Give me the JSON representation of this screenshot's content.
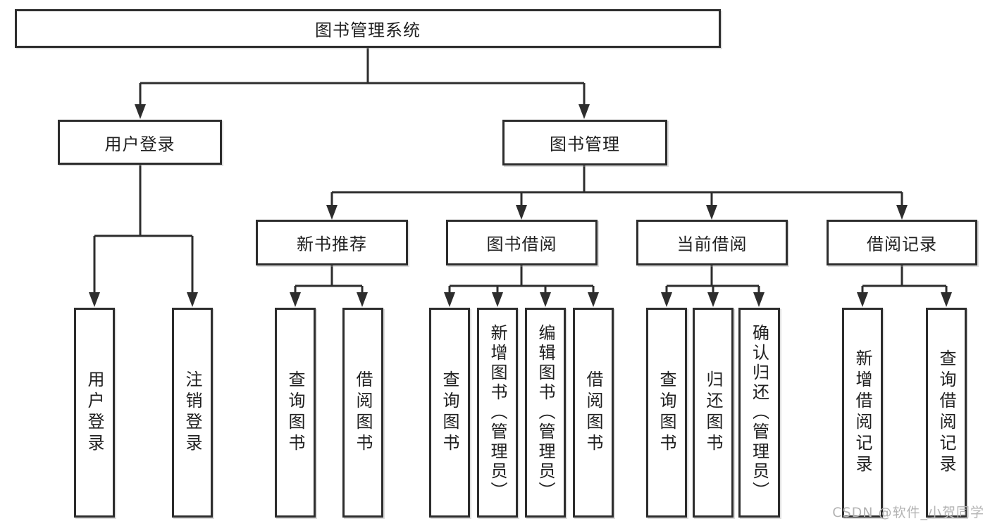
{
  "diagram": {
    "root": {
      "label": "图书管理系统"
    },
    "branches": [
      {
        "label": "用户登录",
        "children": [
          {
            "label": "用户登录"
          },
          {
            "label": "注销登录"
          }
        ]
      },
      {
        "label": "图书管理",
        "children": [
          {
            "label": "新书推荐",
            "children": [
              {
                "label": "查询图书"
              },
              {
                "label": "借阅图书"
              }
            ]
          },
          {
            "label": "图书借阅",
            "children": [
              {
                "label": "查询图书"
              },
              {
                "label": "新增图书（管理员）"
              },
              {
                "label": "编辑图书（管理员）"
              },
              {
                "label": "借阅图书"
              }
            ]
          },
          {
            "label": "当前借阅",
            "children": [
              {
                "label": "查询图书"
              },
              {
                "label": "归还图书"
              },
              {
                "label": "确认归还（管理员）"
              }
            ]
          },
          {
            "label": "借阅记录",
            "children": [
              {
                "label": "新增借阅记录"
              },
              {
                "label": "查询借阅记录"
              }
            ]
          }
        ]
      }
    ],
    "watermark": "CSDN @软件_小贺同学",
    "colors": {
      "line": "#2d2d2d",
      "text": "#1f1f1f",
      "background": "#ffffff",
      "watermark": "#b3b3b3"
    }
  }
}
